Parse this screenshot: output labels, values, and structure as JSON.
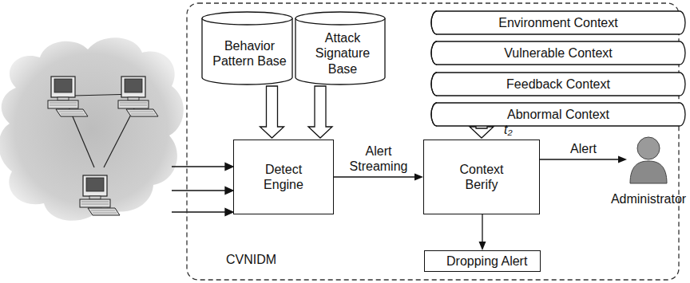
{
  "diagram": {
    "nodes": [
      {
        "text": [
          "CVNIDM"
        ]
      },
      {
        "text": [
          "Behavior Pattern Base"
        ],
        "in": 0
      },
      {
        "text": [
          "Attack Signature Base"
        ],
        "in": 0
      },
      {
        "text": [
          "Environment Context"
        ],
        "in": 0
      },
      {
        "text": [
          "Vulnerable Context"
        ],
        "in": 0
      },
      {
        "text": [
          "Feedback Context"
        ],
        "in": 0
      },
      {
        "text": [
          "Abnormal Context"
        ],
        "in": 0
      },
      {
        "text": [
          "Detect Engine"
        ],
        "in": 0
      },
      {
        "text": [
          "Context Berify"
        ],
        "in": 0
      },
      {
        "text": [
          "Dropping Alert"
        ],
        "in": 0
      },
      {
        "text": [
          "Administrator"
        ]
      }
    ],
    "edges": [
      {
        "from": 1,
        "to": 7,
        "arrow": "to"
      },
      {
        "from": 2,
        "to": 7,
        "arrow": "to"
      },
      {
        "from": 6,
        "to": 8,
        "label": "t₂",
        "arrow": "to"
      },
      {
        "from": 7,
        "to": 8,
        "label": "Alert Streaming",
        "arrow": "to"
      },
      {
        "from": 8,
        "to": 10,
        "label": "Alert",
        "arrow": "to"
      },
      {
        "from": 8,
        "to": 9,
        "arrow": "to"
      }
    ]
  }
}
